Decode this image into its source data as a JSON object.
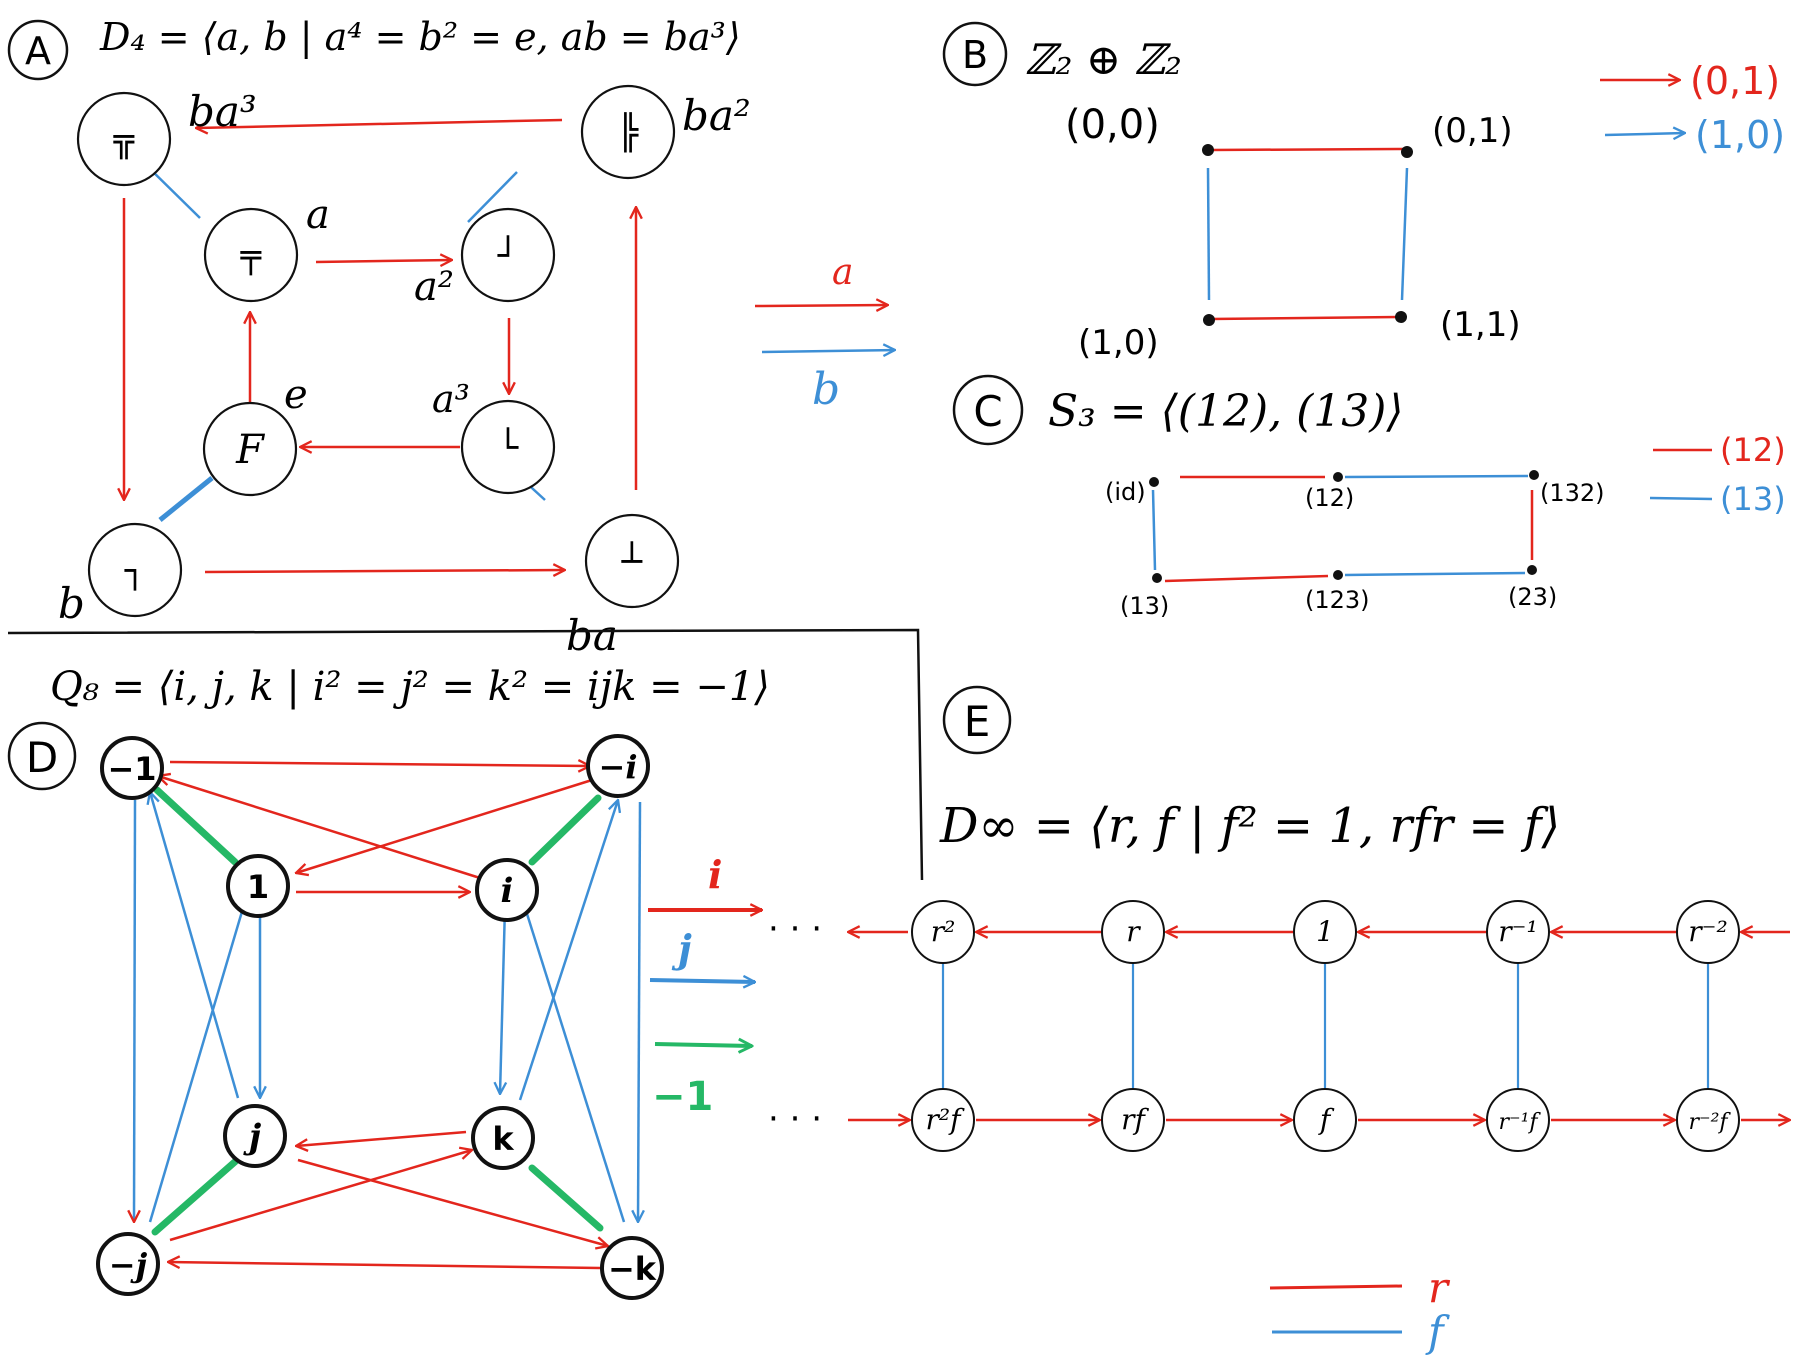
{
  "colors": {
    "red": "#e3261d",
    "blue": "#3d8fd6",
    "green": "#25b866",
    "ink": "#111111"
  },
  "panelA": {
    "label": "A",
    "presentation": "D₄ = ⟨a, b | a⁴ = b² = e,  ab = ba³⟩",
    "node_labels": {
      "e": "e",
      "a": "a",
      "a2": "a²",
      "a3": "a³",
      "b": "b",
      "ba": "ba",
      "ba2": "ba²",
      "ba3": "ba³"
    },
    "node_glyphs": {
      "e": "F",
      "a": "╤",
      "a2": "┘",
      "a3": "└",
      "b": "┐",
      "ba": "┴",
      "ba2": "╠",
      "ba3": "╦"
    },
    "legend": {
      "red": "a",
      "blue": "b"
    }
  },
  "panelB": {
    "label": "B",
    "title": "ℤ₂ ⊕ ℤ₂",
    "nodes": {
      "n00": "(0,0)",
      "n01": "(0,1)",
      "n10": "(1,0)",
      "n11": "(1,1)"
    },
    "legend": {
      "red": "(0,1)",
      "blue": "(1,0)"
    }
  },
  "panelC": {
    "label": "C",
    "title": "S₃ = ⟨(12), (13)⟩",
    "nodes": {
      "id": "(id)",
      "c12": "(12)",
      "c132": "(132)",
      "c13": "(13)",
      "c123": "(123)",
      "c23": "(23)"
    },
    "legend": {
      "red": "(12)",
      "blue": "(13)"
    }
  },
  "panelD": {
    "label": "D",
    "title": "Q₈ = ⟨i, j, k | i² = j² = k² = ijk = −1⟩",
    "nodes": {
      "m1": "−1",
      "mi": "−i",
      "one": "1",
      "i": "i",
      "j": "j",
      "k": "k",
      "mj": "−j",
      "mk": "−k"
    },
    "legend": {
      "red": "i",
      "blue": "j",
      "green": "−1"
    }
  },
  "panelE": {
    "label": "E",
    "title": "D∞ = ⟨r, f | f² = 1,  rfr = f⟩",
    "top_row": [
      "r²",
      "r",
      "1",
      "r⁻¹",
      "r⁻²"
    ],
    "bottom_row": [
      "r²f",
      "rf",
      "f",
      "r⁻¹f",
      "r⁻²f"
    ],
    "ellipsis": "· · ·",
    "legend": {
      "red": "r",
      "blue": "f"
    }
  }
}
